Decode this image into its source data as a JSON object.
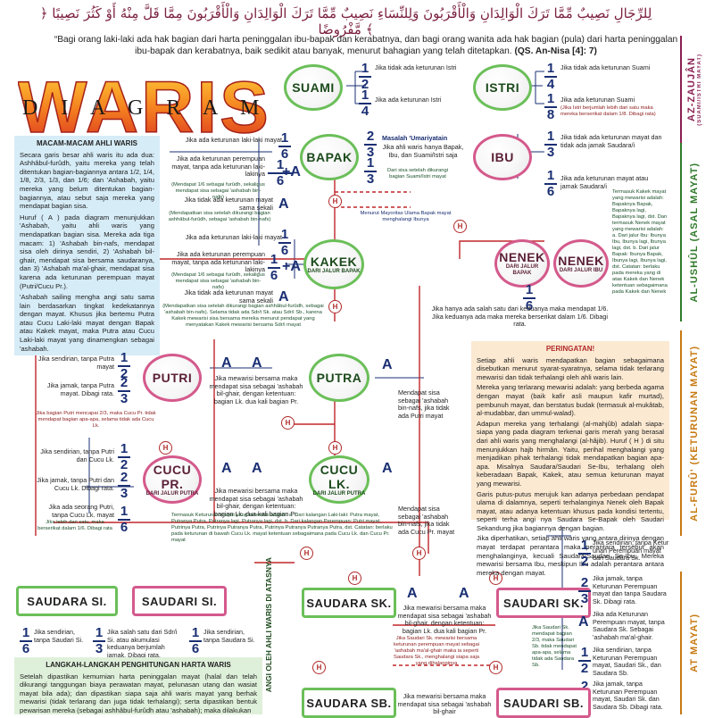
{
  "header": {
    "ayat": "﴿ لِلرِّجَالِ نَصِيبٌ مِّمَّا تَرَكَ الْوَالِدَانِ وَالْأَقْرَبُونَ وَلِلنِّسَاءِ نَصِيبٌ مِّمَّا تَرَكَ الْوَالِدَانِ وَالْأَقْرَبُونَ مِمَّا قَلَّ مِنْهُ أَوْ كَثُرَ نَصِيبًا مَّفْرُوضًا ﴾",
    "translation": "“Bagi orang laki-laki ada hak bagian dari harta peninggalan ibu-bapak dan kerabatnya, dan bagi orang wanita ada hak bagian (pula) dari harta peninggalan ibu-bapak dan kerabatnya, baik sedikit atau banyak, menurut bahagian yang telah ditetapkan.",
    "reference": "(QS. An-Nisa [4]: 7)"
  },
  "logo": {
    "title": "WARIS",
    "subtitle": "D I A G R A M"
  },
  "nodes": {
    "suami": "SUAMI",
    "istri": "ISTRI",
    "bapak": "BAPAK",
    "ibu": "IBU",
    "kakek": "KAKEK",
    "kakek_sub": "DARI JALUR BAPAK",
    "nenek1": "NENEK",
    "nenek1_sub": "DARI JALUR BAPAK",
    "nenek2": "NENEK",
    "nenek2_sub": "DARI JALUR IBU",
    "putri": "PUTRI",
    "putra": "PUTRA",
    "cucu_pr": "CUCU PR.",
    "cucu_pr_sub": "DARI JALUR PUTRA",
    "cucu_lk": "CUCU LK.",
    "cucu_lk_sub": "DARI JALUR PUTRA",
    "saudara_si": "SAUDARA SI.",
    "saudari_si": "SAUDARI SI.",
    "saudara_sk": "SAUDARA SK.",
    "saudari_sk": "SAUDARI SK.",
    "saudara_sb": "SAUDARA SB.",
    "saudari_sb": "SAUDARI SB."
  },
  "suami": {
    "t1": "Jika tidak ada keturunan Istri",
    "t2": "Jika ada keturunan Istri"
  },
  "istri": {
    "t1": "Jika tidak ada keturunan Suami",
    "t2": "Jika ada keturunan Suami",
    "t3": "(Jika Istri berjumlah lebih dari satu maka mereka berserikat dalam 1/8. Dibagi rata)"
  },
  "bapak": {
    "t1": "Jika ada keturunan laki-laki mayat",
    "t2": "Jika ada keturunan perempuan mayat, tanpa ada keturunan laki-lakinya",
    "t2n": "(Mendapat 1/6 sebagai furûdh, sekaligus mendapat sisa sebagai 'ashabah bin-nafs)",
    "t3": "Jika tidak ada keturunan mayat sama sekali",
    "t3n": "(Mendapatkan sisa setelah dikurangi bagian ashhâbul-furûdh, sebagai 'ashabah bin-nafs)"
  },
  "umariyatain": {
    "title": "Masalah 'Umariyatain",
    "t1": "Jika ahli waris hanya Bapak, Ibu, dan Suami/Istri saja",
    "t2": "Dari sisa setelah dikurangi bagian Suami/Istri mayat"
  },
  "ibu": {
    "t1": "Jika tidak ada keturunan mayat dan tidak ada jamak Saudara/i",
    "t2": "Jika ada keturunan mayat atau jamak Saudara/i"
  },
  "kakek": {
    "t1": "Jika ada keturunan laki-laki mayat",
    "t2": "Jika ada keturunan perempuan mayat, tanpa ada keturunan laki-lakinya",
    "t2n": "(Mendapat 1/6 sebagai furûdh, sekaligus mendapat sisa sebagai 'ashabah bin-nafs)",
    "t3": "Jika tidak ada keturunan mayat sama sekali",
    "t3n": "(Mendapatkan sisa setelah dikurangi bagian ashhâbul-furûdh, sebagai 'ashabah bin-nafs). Selama tidak ada Sdr/i Sk. atau Sdr/i Sb., karena Kakek mewarisi sisa bersama mereka menurut pendapat yang menyatakan Kakek mewarisi bersama Sdr/i mayat"
  },
  "mayoritas": "Menurut Mayoritas Ulama Bapak mayat menghalangi Ibunya",
  "nenek": {
    "note": "Termasuk Kakek mayat yang mewarisi adalah: Bapaknya Bapak, Bapaknya lagi, Bapaknya lagi, dst. Dan termasuk Nenek mayat yang mewarisi adalah: a. Dari jalur Ibu: Ibunya Ibu, Ibunya lagi, Ibunya lagi, dst. b. Dari jalur Bapak: Ibunya Bapak, Ibunya lagi, Ibunya lagi, dst. Catatan: berlaku pada mereka yang di atas Kakek dan Nenek ketentuan sebagaimana pada Kakek dan Nenek",
    "t1": "Jika hanya ada salah satu dari keduanya maka mendapat 1/6. Jika keduanya ada maka mereka berserikat dalam 1/6. Dibagi rata."
  },
  "macam": {
    "title": "MACAM-MACAM AHLI WARIS",
    "p1": "Secara garis besar ahli waris itu ada dua: Ashhâbul-furûdh, yaitu mereka yang telah ditentukan bagian-bagiannya antara 1/2, 1/4, 1/8, 2/3, 1/3, dan 1/6; dan 'Ashabah, yaitu mereka yang belum ditentukan bagian-bagiannya, atau sebut saja mereka yang mendapat bagian sisa.",
    "p2": "Huruf ( A ) pada diagram menunjukkan 'Ashabah, yaitu ahli waris yang mendapatkan bagian sisa. Mereka ada tiga macam: 1) 'Ashabah bin-nafs, mendapat sisa oleh dirinya sendiri, 2) 'Ashabah bil-ghair, mendapat sisa bersama saudaranya, dan 3) 'Ashabah ma'al-ghair, mendapat sisa karena ada keturunan perempuan mayat (Putri/Cucu Pr.).",
    "p3": "'Ashabah sailing mengha angi satu sama lain berdasarkan tingkat kedekatannya dengan mayat. Khusus jika bertemu Putra atau Cucu Laki-laki mayat dengan Bapak atau Kakek mayat, maka Putra atau Cucu Laki-laki mayat yang dinamengkan sebagai 'ashabah."
  },
  "putri": {
    "t1": "Jika sendirian, tanpa Putra mayat",
    "t2": "Jika jamak, tanpa Putra mayat. Dibagi rata.",
    "t3": "Jika bagian Putri mencapai 2/3, maka Cucu Pr. tidak mendapat bagian apa-apa, selama tidak ada Cucu Lk."
  },
  "putra": {
    "t1": "Jika mewarisi bersama maka mendapat sisa sebagai 'ashabah bil-ghair, dengan ketentuan: bagian Lk. dua kali bagian Pr.",
    "t2": "Mendapat sisa sebagai 'ashabah bin-nafs, jika tidak ada Putri mayat"
  },
  "cucu": {
    "t1": "Jika sendirian, tanpa Putri dan Cucu Lk.",
    "t2": "Jika jamak, tanpa Putri dan Cucu Lk. Dibagi rata.",
    "t3": "Jika ada seorang Putri, tanpa Cucu Lk. mayat",
    "t3n": "Jika lebih dari satu, maka berserikat dalam 1/6. Dibagi rata",
    "t4": "Jika mewarisi bersama maka mendapat sisa sebagai 'ashabah bil-ghair, dengan ketentuan: bagian Lk. dua kali bagian Pr.",
    "t5": "Mendapat sisa sebagai 'ashabah bin-nafs, jika tidak ada Cucu Pr. mayat",
    "note": "Termasuk Keturunan mayat yang mewarisi adalah: a. Dari kalangan Laki-laki: Putra mayat, Putranya Putra, Putranya lagi, Putranya lagi, dst. b. Dari kalangan Perempuan: Putri mayat, Putrinya Putra, Putrinya Putranya Putra, Putrinya Putranya Putranya Putra, dst. Catatan: berlaku pada keturunan di bawah Cucu Lk. mayat ketentuan sebagaimana pada Cucu Lk. dan Cucu Pr. mayat"
  },
  "peringatan": {
    "title": "PERINGATAN!",
    "p1": "Setiap ahli waris mendapatkan bagian sebagaimana disebutkan menurut syarat-syaratnya, selama tidak terlarang mewarisi dan tidak terhalangi oleh ahli waris lain.",
    "p2": "Mereka yang terlarang mewarisi adalah: yang berbeda agama dengan mayat (baik kafir asli maupun kafir murtad), pembunuh mayat, dan berstatus budak (termasuk al-mukâtab, al-mudabbar, dan ummul-walad).",
    "p3": "Adapun mereka yang terhalangi (al-mahjûb) adalah siapa-siapa yang pada diagram terkenai garis merah yang berasal dari ahli waris yang menghalangi (al-hâjib). Huruf ( H ) di situ menunjukkan hajb hirmân. Yaitu, perihal menghalangi yang menjadikan pihak terhalangi tidak mendapatkan bagian apa-apa. Misalnya Saudara/Saudari Se-Ibu, terhalang oleh keberadaan Bapak, Kakek, atau semua keturunan mayat yang mewarisi.",
    "p4": "Garis putus-putus merujuk kan adanya perbedaan pendapat ulama di dalamnya, seperti terhalanginya Nenek oleh Bapak mayat, atau adanya ketentuan khusus pada kondisi tertentu, seperti terha angi nya Saudara Se-Bapak oleh Saudari Sekandung jika bagiannya dengan bagian.",
    "p5": "Jika diperhatikan, setiap ahli waris yang antara dirinya dengan mayat terdapat perantara maka perantara tersebut akan menghalanginya, kecuali Saudara/Saudari Se-Ibu. Mereka mewarisi bersama Ibu, meskipun Ibu adalah perantara antara mereka dengan mayat."
  },
  "saudara_si": {
    "t1": "Jika sendirian, tanpa Saudari Si.",
    "t2": "Jika salah satu dari Sdr/i Si. atau akumulasi keduanya berjumlah jamak. Dibagi rata.",
    "t3": "Jika sendirian, tanpa Saudara Si."
  },
  "saudara_sk": {
    "t1": "Jika mewarisi bersama maka mendapat sisa sebagai 'ashabah bil-ghair, dengan ketentuan: bagian Lk. dua kali bagian Pr.",
    "t2": "Jika Saudari Sk. mewarisi bersama keturunan perempuan mayat sebagai 'ashabah ma'al-ghair maka ia seperti Saudara Sk., menghalangi siapa saja yang dihalanginya",
    "t3": "Jika Saudari Sk. mendapat bagian 2/3, maka Saudari Sb. tidak mendapat apa-apa, selama tidak ada Saudara Sb.",
    "r1": "Jika sendirian, tanpa Ketur unan Perempuan mayat dan Saudara Sk.",
    "r2": "Jika jamak, tanpa Keturunan Perempuan mayat dan tanpa Saudara Sk. Dibagi rata.",
    "r3": "Jika ada Keturunan Perempuan mayat, tanpa Saudara Sk. Sebagai 'ashabah ma'al-ghair.",
    "r4": "Jika sendirian, tanpa Keturunan Perempuan mayat, Saudari Sk., dan Saudara Sb.",
    "r5": "Jika jamak, tanpa Keturunan Perempuan mayat, Saudari Sk. dan Saudara Sb. Dibagi rata."
  },
  "saudara_sb": {
    "t1": "Jika mewarisi bersama maka mendapat sisa sebagai 'ashabah bil-ghair"
  },
  "langkah": {
    "title": "LANGKAH-LANGKAH PENGHITUNGAN HARTA WARIS",
    "p1": "Setelah dipastikan kemurnian harta peninggalan mayat (halal dan telah dikurangi tanggungan biaya perawatan mayat, pelunasan utang dan wasiat mayat bila ada); dan dipastikan siapa saja ahli waris mayat yang berhak mewarisi (tidak terlarang dan juga tidak terhalangi); serta dipastikan bentuk pewarisan mereka (sebagai ashhâbul-furûdh atau 'ashabah); maka dilakukan"
  },
  "sidebar": {
    "s1": "AZ-ZAUJÂN",
    "s1b": "(SUAMI/ISTRI MAYAT)",
    "s2": "AL-USHÛL (ASAL MAYAT)",
    "s3": "AL-FURÛ' (KETURUNAN MAYAT)",
    "s4": "AT MAYAT)",
    "vlabel": "ANGI OLEH AHLI WARIS DI ATASNYA"
  },
  "fractions": {
    "half": [
      "1",
      "2"
    ],
    "quarter": [
      "1",
      "4"
    ],
    "eighth": [
      "1",
      "8"
    ],
    "sixth": [
      "1",
      "6"
    ],
    "third": [
      "1",
      "3"
    ],
    "twothird": [
      "2",
      "3"
    ],
    "A": "A",
    "sixthA": "+A",
    "H": "H"
  }
}
